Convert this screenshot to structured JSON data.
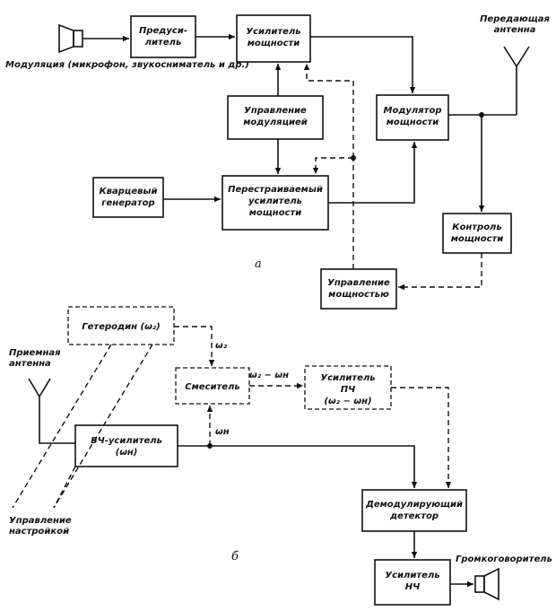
{
  "diagram_a": {
    "label": "а",
    "modulation_source": "Модуляция (микрофон, звукосниматель и др.)",
    "preamp": [
      "Предуси-",
      "литель"
    ],
    "power_amp": [
      "Усилитель",
      "мощности"
    ],
    "modulation_control": [
      "Управление",
      "модуляцией"
    ],
    "power_modulator": [
      "Модулятор",
      "мощности"
    ],
    "transmit_antenna": [
      "Передающая",
      "антенна"
    ],
    "crystal_oscillator": [
      "Кварцевый",
      "генератор"
    ],
    "tunable_power_amp": [
      "Перестраиваемый",
      "усилитель",
      "мощности"
    ],
    "power_monitor": [
      "Контроль",
      "мощности"
    ],
    "power_control": [
      "Управление",
      "мощностью"
    ]
  },
  "diagram_b": {
    "label": "б",
    "local_oscillator": "Гетеродин (ω₂)",
    "receive_antenna": [
      "Приемная",
      "антенна"
    ],
    "mixer": "Смеситель",
    "if_amp": [
      "Усилитель",
      "ПЧ",
      "(ω₂ − ωн)"
    ],
    "rf_amp": [
      "ВЧ-усилитель",
      "(ωн)"
    ],
    "tuning_control": [
      "Управление",
      "настройкой"
    ],
    "demod_detector": [
      "Демодулирующий",
      "детектор"
    ],
    "af_amp": [
      "Усилитель",
      "НЧ"
    ],
    "loudspeaker": "Громкоговоритель",
    "sig_omega2": "ω₂",
    "sig_omega_n": "ωн",
    "sig_difference": "ω₂ − ωн"
  }
}
